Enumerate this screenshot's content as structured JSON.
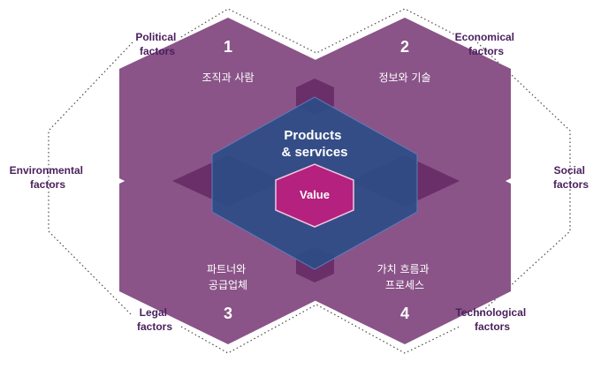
{
  "factors": {
    "political": [
      "Political",
      "factors"
    ],
    "economical": [
      "Economical",
      "factors"
    ],
    "environmental": [
      "Environmental",
      "factors"
    ],
    "social": [
      "Social",
      "factors"
    ],
    "legal": [
      "Legal",
      "factors"
    ],
    "technological": [
      "Technological",
      "factors"
    ]
  },
  "quadrants": [
    {
      "number": "1",
      "lines": [
        "조직과 사람"
      ]
    },
    {
      "number": "2",
      "lines": [
        "정보와 기술"
      ]
    },
    {
      "number": "3",
      "lines": [
        "파트너와",
        "공급업체"
      ]
    },
    {
      "number": "4",
      "lines": [
        "가치 흐름과",
        "프로세스"
      ]
    }
  ],
  "center": {
    "title_lines": [
      "Products",
      "& services"
    ],
    "value": "Value"
  },
  "colors": {
    "purple": "#8a5488",
    "purple_overlap": "#6a2e68",
    "blue": "#2e4d85",
    "magenta": "#b5217e",
    "factor_text": "#4a1f5c",
    "dotted_line": "#4a4a4a"
  }
}
